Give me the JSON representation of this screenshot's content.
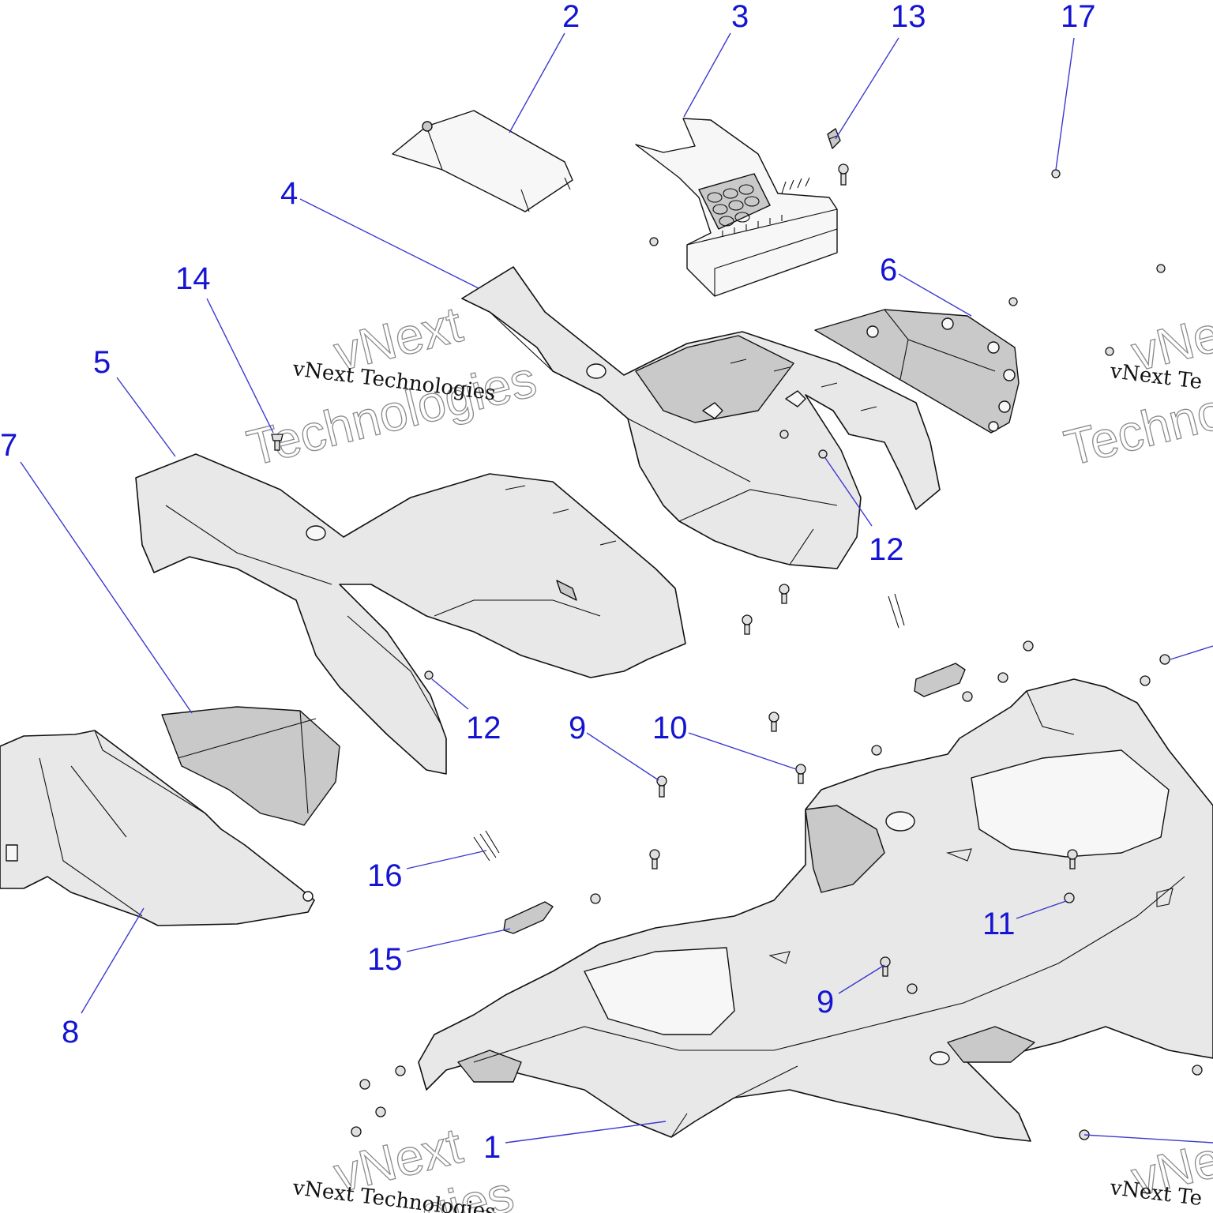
{
  "callouts": [
    {
      "id": "c2",
      "label": "2"
    },
    {
      "id": "c3",
      "label": "3"
    },
    {
      "id": "c13",
      "label": "13"
    },
    {
      "id": "c17",
      "label": "17"
    },
    {
      "id": "c4",
      "label": "4"
    },
    {
      "id": "c14",
      "label": "14"
    },
    {
      "id": "c6",
      "label": "6"
    },
    {
      "id": "c5",
      "label": "5"
    },
    {
      "id": "c7",
      "label": "7"
    },
    {
      "id": "c12a",
      "label": "12"
    },
    {
      "id": "c12b",
      "label": "12"
    },
    {
      "id": "c9a",
      "label": "9"
    },
    {
      "id": "c10",
      "label": "10"
    },
    {
      "id": "c16",
      "label": "16"
    },
    {
      "id": "c15",
      "label": "15"
    },
    {
      "id": "c11",
      "label": "11"
    },
    {
      "id": "c9b",
      "label": "9"
    },
    {
      "id": "c8",
      "label": "8"
    },
    {
      "id": "c1",
      "label": "1"
    }
  ],
  "watermark": {
    "big_line_1": "vNext",
    "big_line_2": "Technologies",
    "small": "vNext Technologies",
    "big_line_1_partial": "vNe",
    "big_line_2_partial": "Techno",
    "small_partial": "vNext Te",
    "big_line_2_bottom": "gies",
    "small_bottom": "vNext Technologies",
    "small_bottom_right": "vNext Te"
  },
  "colors": {
    "callout": "#1414d2",
    "leader": "#3a3ad0",
    "part_fill": "#e8e8e8",
    "outline": "#111111"
  }
}
